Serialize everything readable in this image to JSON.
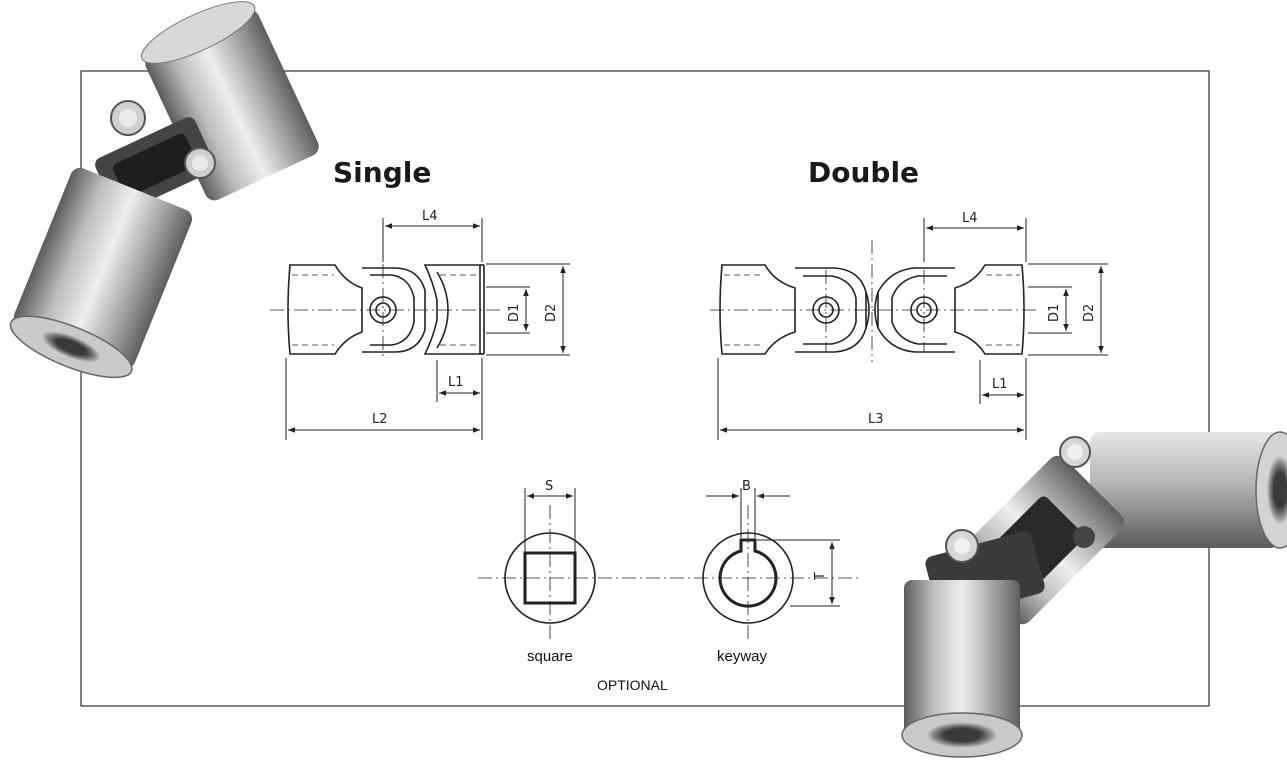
{
  "titles": {
    "single": "Single",
    "double": "Double"
  },
  "dimensions": {
    "single": {
      "L4": "L4",
      "L1": "L1",
      "L2": "L2",
      "D1": "D1",
      "D2": "D2"
    },
    "double": {
      "L4": "L4",
      "L1": "L1",
      "L3": "L3",
      "D1": "D1",
      "D2": "D2"
    }
  },
  "bore_options": {
    "square_dim": "S",
    "square_label": "square",
    "keyway_width": "B",
    "keyway_depth": "T",
    "keyway_label": "keyway",
    "caption": "OPTIONAL"
  },
  "colors": {
    "line": "#222222",
    "steel_light": "#e4e4e4",
    "steel_mid": "#a7a7a7",
    "steel_dark": "#555555"
  }
}
